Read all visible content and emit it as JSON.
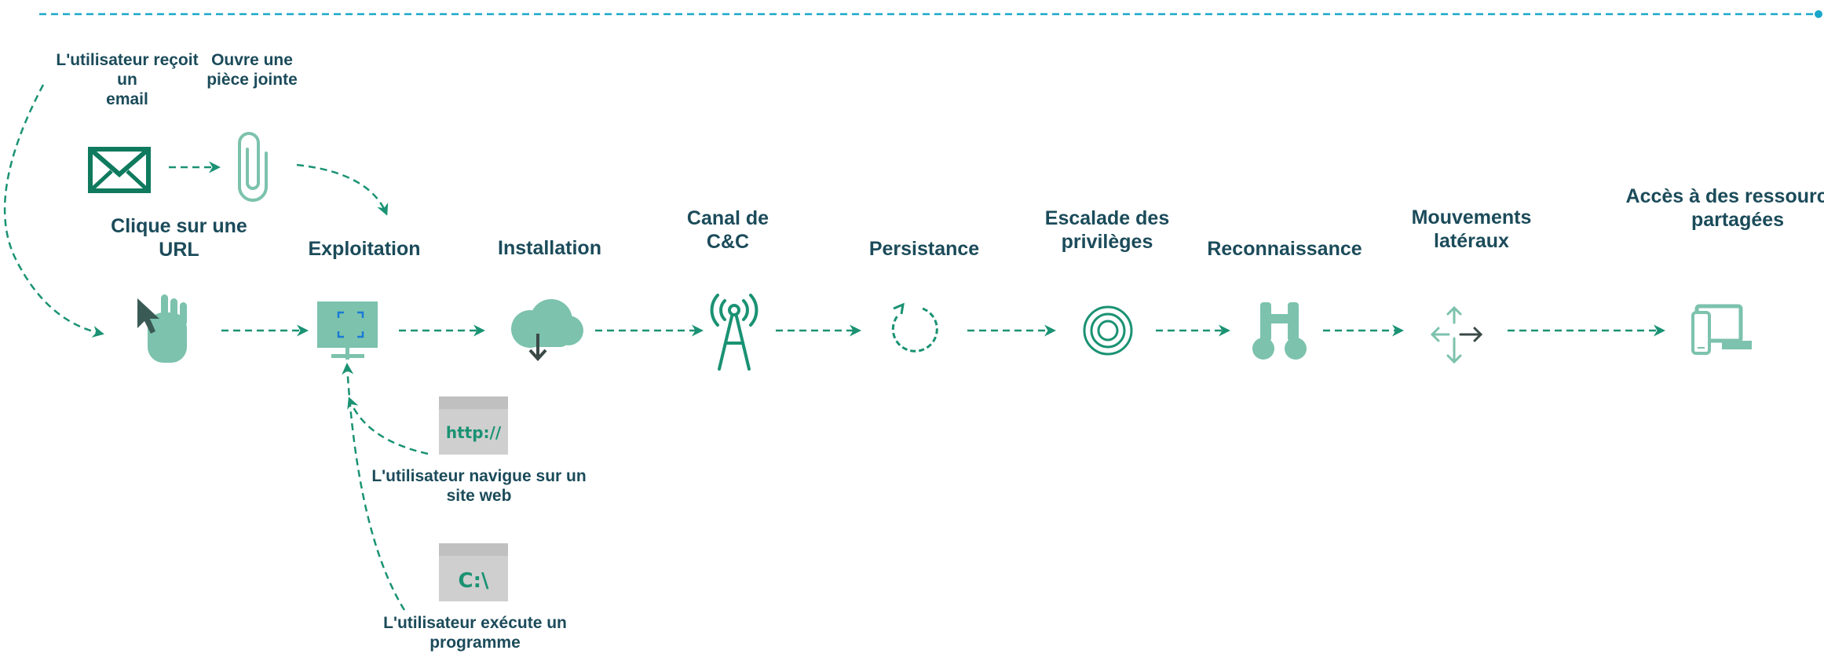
{
  "colors": {
    "teal": "#1a9273",
    "teal_dark": "#0f7a5e",
    "teal_light": "#7cc2ad",
    "gray": "#cfcfcf",
    "label": "#1b4b5a",
    "top_line": "#1aa7c9"
  },
  "labels": {
    "receives_email": "L'utilisateur reçoit\nun\nemail",
    "opens_attachment": "Ouvre une\npièce jointe",
    "clicks_url": "Clique sur une\nURL",
    "exploitation": "Exploitation",
    "installation": "Installation",
    "cnc": "Canal de\nC&C",
    "persistence": "Persistance",
    "privilege_escalation": "Escalade des\nprivilèges",
    "reconnaissance": "Reconnaissance",
    "lateral_movement": "Mouvements\nlatéraux",
    "shared_resources": "Accès à des ressources\npartagées",
    "browses_website": "L'utilisateur navigue sur un\nsite web",
    "runs_program": "L'utilisateur exécute un\nprogramme"
  },
  "icons": {
    "email": "envelope-icon",
    "attachment": "paperclip-icon",
    "click": "hand-pointer-icon",
    "exploitation": "monitor-target-icon",
    "installation": "cloud-download-icon",
    "cnc": "antenna-tower-icon",
    "persistence": "refresh-circle-icon",
    "privilege": "target-rings-icon",
    "recon": "binoculars-icon",
    "lateral": "move-arrows-icon",
    "shared": "devices-icon",
    "http": "http-window-icon",
    "cmd": "cmd-window-icon"
  },
  "window_text": {
    "http": "http://",
    "cmd": "C:\\"
  }
}
